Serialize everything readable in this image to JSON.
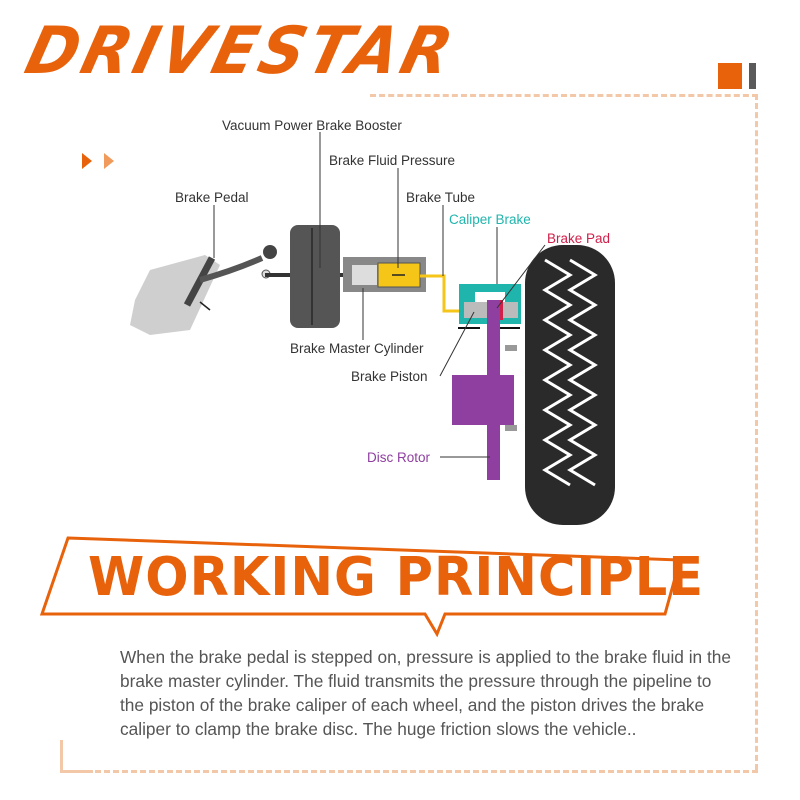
{
  "brand": {
    "logo_text": "DRIVESTAR",
    "accent": "#e8620c"
  },
  "diagram": {
    "labels": {
      "booster": "Vacuum Power Brake Booster",
      "fluid_pressure": "Brake Fluid Pressure",
      "pedal": "Brake Pedal",
      "tube": "Brake Tube",
      "caliper": "Caliper Brake",
      "pad": "Brake Pad",
      "master_cylinder": "Brake Master Cylinder",
      "piston": "Brake Piston",
      "rotor": "Disc Rotor"
    },
    "colors": {
      "caliper": "#1fb5ad",
      "pad": "#d0204a",
      "rotor": "#8e3fa0",
      "fluid": "#f5c518"
    }
  },
  "section": {
    "title": "WORKING PRINCIPLE",
    "body": "When the brake pedal is stepped on, pressure is applied to the brake fluid in the brake master cylinder. The fluid transmits the pressure through the pipeline to the piston of the brake caliper of each wheel, and the piston drives the brake caliper to clamp the brake disc. The huge friction slows the vehicle.."
  }
}
